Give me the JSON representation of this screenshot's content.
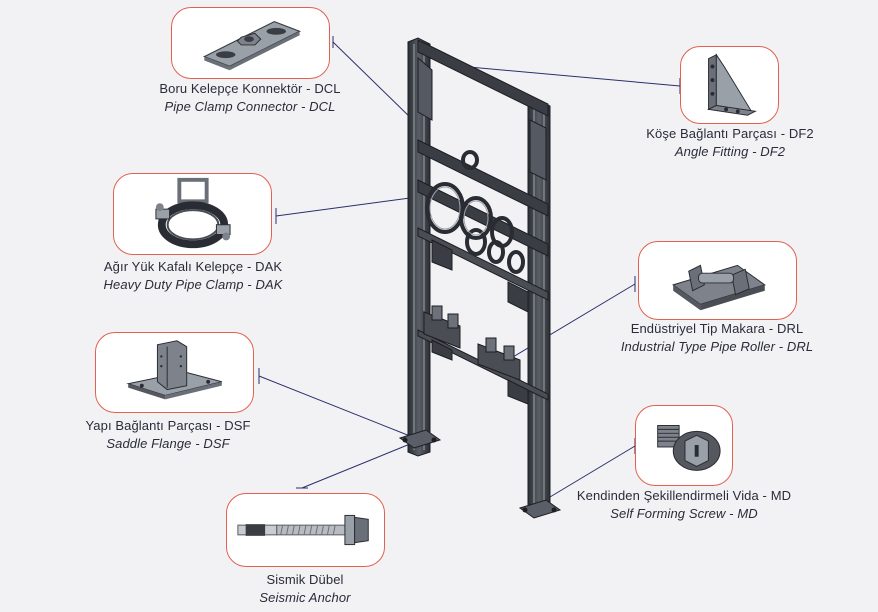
{
  "components": [
    {
      "id": "dcl",
      "name_tr": "Boru Kelepçe Konnektör - DCL",
      "name_en": "Pipe Clamp Connector - DCL",
      "icon": "pipe-clamp-connector"
    },
    {
      "id": "df2",
      "name_tr": "Köşe Bağlantı Parçası - DF2",
      "name_en": "Angle Fitting - DF2",
      "icon": "angle-fitting"
    },
    {
      "id": "dak",
      "name_tr": "Ağır Yük Kafalı Kelepçe - DAK",
      "name_en": "Heavy Duty Pipe Clamp - DAK",
      "icon": "heavy-duty-pipe-clamp"
    },
    {
      "id": "drl",
      "name_tr": "Endüstriyel Tip Makara - DRL",
      "name_en": "Industrial Type Pipe Roller - DRL",
      "icon": "pipe-roller"
    },
    {
      "id": "dsf",
      "name_tr": "Yapı Bağlantı Parçası - DSF",
      "name_en": "Saddle Flange - DSF",
      "icon": "saddle-flange"
    },
    {
      "id": "md",
      "name_tr": "Kendinden Şekillendirmeli Vida - MD",
      "name_en": "Self Forming Screw - MD",
      "icon": "self-forming-screw"
    },
    {
      "id": "anchor",
      "name_tr": "Sismik Dübel",
      "name_en": "Seismic Anchor",
      "icon": "seismic-anchor"
    }
  ],
  "colors": {
    "card_border": "#e0614f",
    "leader_line": "#2b2f6b",
    "steel": "#3a3d44",
    "steel_light": "#8c9098",
    "text": "#2a2c3a"
  }
}
